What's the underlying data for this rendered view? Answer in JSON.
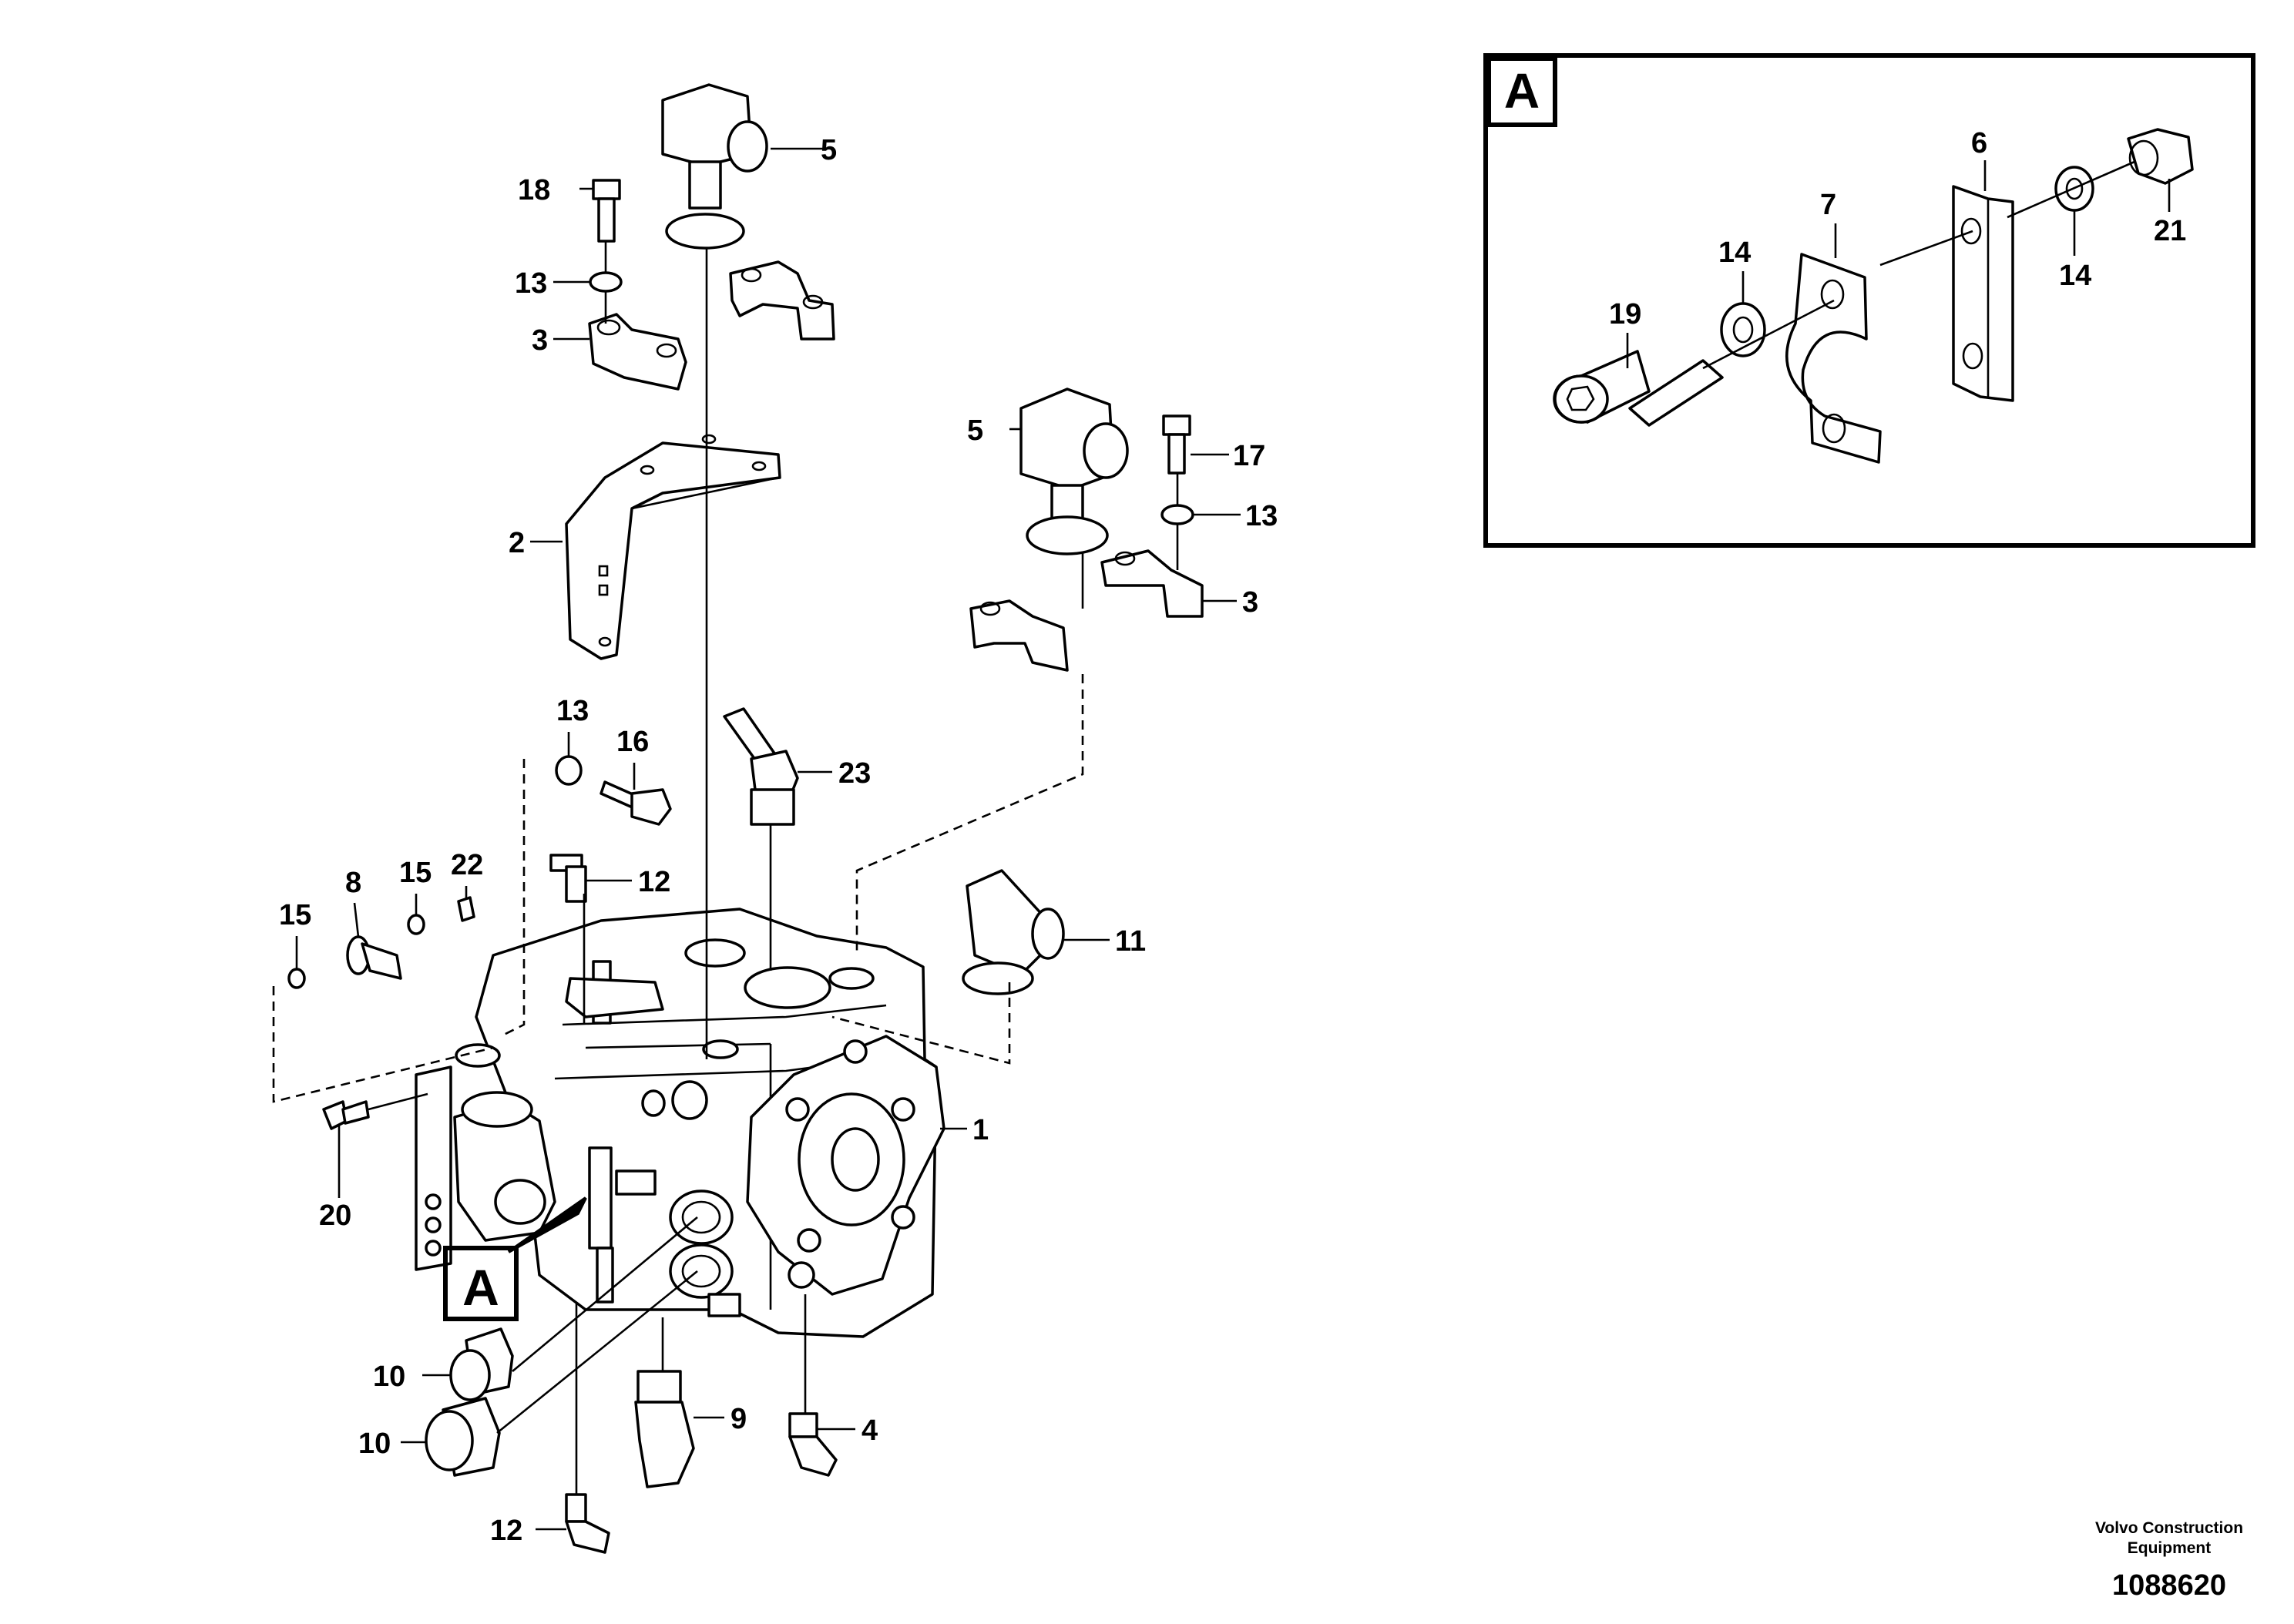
{
  "detail": {
    "view_letter": "A",
    "main_label": "A"
  },
  "callouts": {
    "c1": "1",
    "c2": "2",
    "c3a": "3",
    "c3b": "3",
    "c4": "4",
    "c5a": "5",
    "c5b": "5",
    "c6": "6",
    "c7": "7",
    "c8": "8",
    "c9": "9",
    "c10a": "10",
    "c10b": "10",
    "c11": "11",
    "c12a": "12",
    "c12b": "12",
    "c13a": "13",
    "c13b": "13",
    "c13c": "13",
    "c14a": "14",
    "c14b": "14",
    "c15a": "15",
    "c15b": "15",
    "c16": "16",
    "c17": "17",
    "c18": "18",
    "c19": "19",
    "c20": "20",
    "c21": "21",
    "c22": "22",
    "c23": "23"
  },
  "footer": {
    "credit_line1": "Volvo Construction",
    "credit_line2": "Equipment",
    "document_number": "1088620"
  }
}
